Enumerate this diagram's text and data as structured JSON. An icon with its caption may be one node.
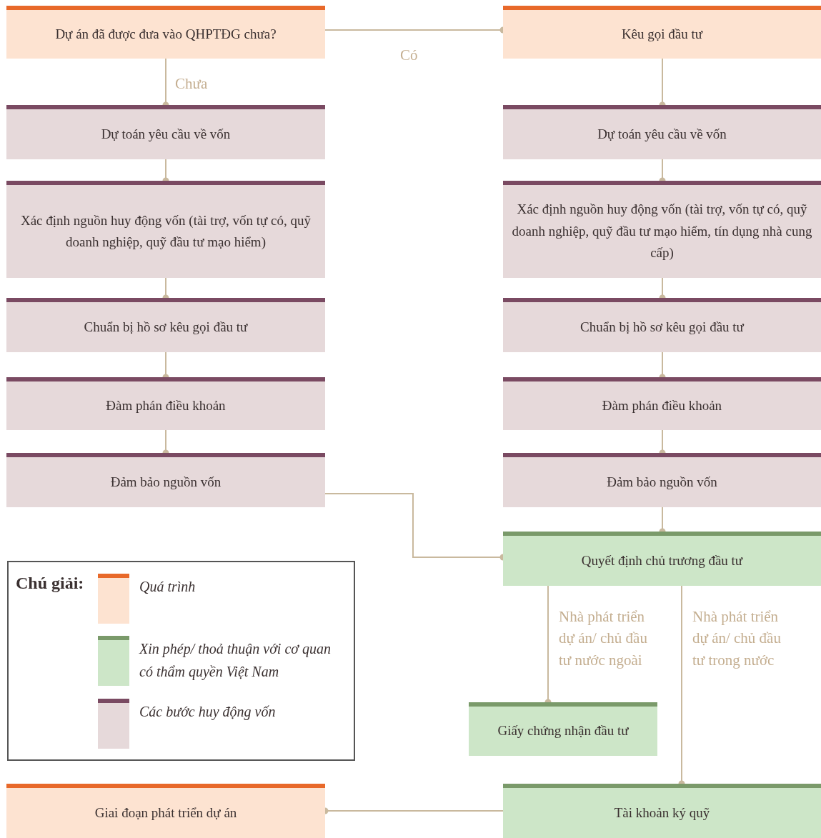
{
  "diagram": {
    "nodes": [
      {
        "text": [
          "Dự án đã được đưa vào QHPTĐG chưa?"
        ]
      },
      {
        "text": [
          "Kêu gọi đầu tư"
        ]
      },
      {
        "text": [
          "Dự toán yêu cầu về vốn"
        ]
      },
      {
        "text": [
          "Xác định nguồn huy động vốn (tài trợ, vốn tự có, quỹ doanh nghiệp, quỹ đầu tư mạo hiểm)"
        ]
      },
      {
        "text": [
          "Chuẩn bị hồ sơ kêu gọi đầu tư"
        ]
      },
      {
        "text": [
          "Đàm phán điều khoản"
        ]
      },
      {
        "text": [
          "Đảm bảo nguồn vốn"
        ]
      },
      {
        "text": [
          "Dự toán yêu cầu về vốn"
        ]
      },
      {
        "text": [
          "Xác định nguồn huy động vốn (tài trợ, vốn tự có, quỹ doanh nghiệp, quỹ đầu tư mạo hiểm, tín dụng nhà cung cấp)"
        ]
      },
      {
        "text": [
          "Chuẩn bị hồ sơ kêu gọi đầu tư"
        ]
      },
      {
        "text": [
          "Đàm phán điều khoản"
        ]
      },
      {
        "text": [
          "Đảm bảo nguồn vốn"
        ]
      },
      {
        "text": [
          "Quyết định chủ trương đầu tư"
        ]
      },
      {
        "text": [
          "Giấy chứng nhận đầu tư"
        ]
      },
      {
        "text": [
          "Giai đoạn phát triển dự án"
        ]
      },
      {
        "text": [
          "Tài khoản ký quỹ"
        ]
      }
    ],
    "edges": [
      {
        "from": 0,
        "to": 1,
        "arrow": "other",
        "label": "Có"
      },
      {
        "from": 0,
        "to": 2,
        "arrow": "other",
        "label": "Chưa"
      },
      {
        "from": 2,
        "to": 3,
        "arrow": "other"
      },
      {
        "from": 3,
        "to": 4,
        "arrow": "other"
      },
      {
        "from": 4,
        "to": 5,
        "arrow": "other"
      },
      {
        "from": 5,
        "to": 6,
        "arrow": "other"
      },
      {
        "from": 1,
        "to": 7,
        "arrow": "other"
      },
      {
        "from": 7,
        "to": 8,
        "arrow": "other"
      },
      {
        "from": 8,
        "to": 9,
        "arrow": "other"
      },
      {
        "from": 9,
        "to": 10,
        "arrow": "other"
      },
      {
        "from": 10,
        "to": 11,
        "arrow": "other"
      },
      {
        "from": 11,
        "to": 12,
        "arrow": "other"
      },
      {
        "from": 6,
        "to": 12,
        "arrow": "other"
      },
      {
        "from": 12,
        "to": 13,
        "arrow": "other",
        "label": "Nhà phát triển dự án/ chủ đầu tư nước ngoài"
      },
      {
        "from": 12,
        "to": 15,
        "arrow": "other",
        "label": "Nhà phát triển dự án/ chủ đầu tư trong nước"
      },
      {
        "from": 15,
        "to": 14,
        "arrow": "other"
      }
    ],
    "labels": [
      "Chú giải:"
    ],
    "legend": [
      {
        "text": "Quá trình",
        "color": "#fde3d1"
      },
      {
        "text": "Xin phép/ thoả thuận với cơ quan có thẩm quyền Việt Nam",
        "color": "#cde6c8"
      },
      {
        "text": "Các bước huy động vốn",
        "color": "#e6d9da"
      }
    ]
  }
}
